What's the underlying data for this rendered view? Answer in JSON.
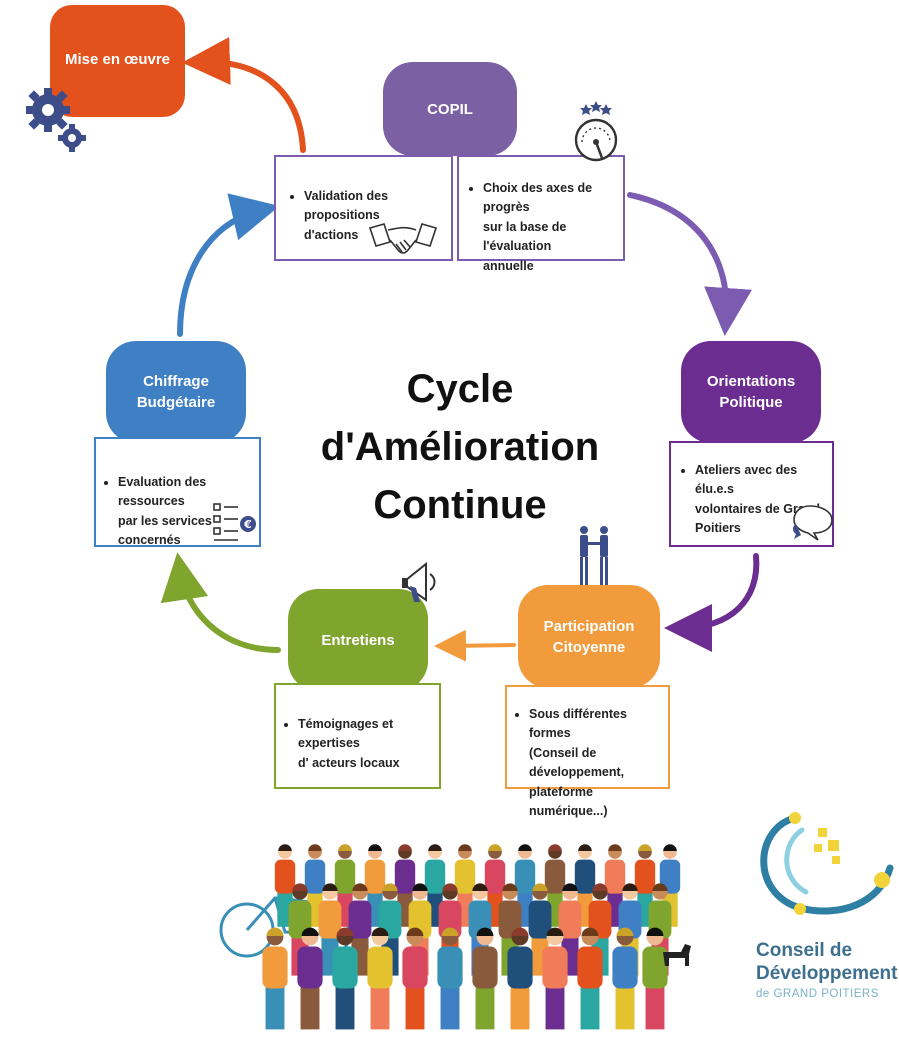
{
  "title": {
    "line1": "Cycle d'Amélioration",
    "line2": "Continue"
  },
  "steps": {
    "copil": {
      "label": "COPIL",
      "color": "#7b60a4"
    },
    "mise": {
      "label": "Mise en œuvre",
      "color": "#e3521d"
    },
    "orientations": {
      "label_line1": "Orientations",
      "label_line2": "Politique",
      "color": "#6c2d91"
    },
    "participation": {
      "label_line1": "Participation",
      "label_line2": "Citoyenne",
      "color": "#f29b3c"
    },
    "entretiens": {
      "label": "Entretiens",
      "color": "#7fa52e"
    },
    "chiffrage": {
      "label": "Chiffrage Budgétaire",
      "color": "#3f7fc3"
    }
  },
  "boxes": {
    "validation": {
      "line1": "Validation des propositions",
      "line2": "d'actions"
    },
    "choix": {
      "line1": "Choix des axes de progrès",
      "line2": "sur la base de l'évaluation",
      "line3": "annuelle"
    },
    "ateliers": {
      "line1": "Ateliers avec des élu.e.s",
      "line2": "volontaires de Grand",
      "line3": "Poitiers"
    },
    "formes": {
      "line1": "Sous différentes formes",
      "line2": "(Conseil de développement,",
      "line3": "plateforme numérique...)"
    },
    "temoignages": {
      "line1": "Témoignages et expertises",
      "line2": "d' acteurs locaux"
    },
    "evaluation": {
      "line1": "Evaluation des ressources",
      "line2": "par les services concernés"
    }
  },
  "logo": {
    "line1": "Conseil de",
    "line2": "Développement",
    "line3": "de GRAND POITIERS"
  },
  "icons": [
    "gears-icon",
    "handshake-icon",
    "gauge-icon",
    "chat-bubbles-icon",
    "people-meeting-icon",
    "megaphone-icon",
    "document-euro-icon",
    "crowd-illustration",
    "cdgp-logo-icon"
  ]
}
